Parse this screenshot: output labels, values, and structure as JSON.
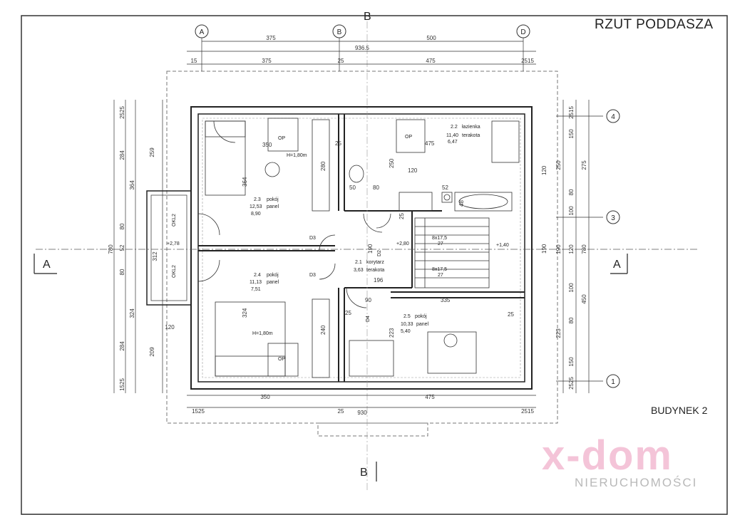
{
  "title": "RZUT PODDASZA",
  "building": "BUDYNEK 2",
  "watermark": {
    "logo": "x-dom",
    "sub": "NIERUCHOMOŚCI"
  },
  "section_marks": {
    "a": "A",
    "b": "B"
  },
  "axes": {
    "top": [
      "A",
      "B",
      "D"
    ],
    "right": [
      "4",
      "3",
      "1"
    ]
  },
  "dims_top": [
    "375",
    "500",
    "936.5",
    "15",
    "375",
    "25",
    "475",
    "2515"
  ],
  "dims_bottom": [
    "1525",
    "350",
    "475",
    "25",
    "930",
    "2515"
  ],
  "dims_left": [
    "2525",
    "284",
    "259",
    "364",
    "312",
    "780",
    "80",
    "52",
    "80",
    "324",
    "209",
    "284",
    "120",
    "1525"
  ],
  "dims_right": [
    "2515",
    "150",
    "250",
    "275",
    "80",
    "100",
    "780",
    "190",
    "120",
    "100",
    "450",
    "80",
    "223",
    "150",
    "2525"
  ],
  "rooms": [
    {
      "no": "2.3",
      "name": "pokój",
      "area": "12,53",
      "finish": "panel",
      "vol": "8,90"
    },
    {
      "no": "2.2",
      "name": "łazienka",
      "area": "11,40",
      "finish": "terakota",
      "vol": "6,47"
    },
    {
      "no": "2.4",
      "name": "pokój",
      "area": "11,13",
      "finish": "panel",
      "vol": "7,51"
    },
    {
      "no": "2.1",
      "name": "korytarz",
      "area": "3,63",
      "finish": "terakota",
      "vol": ""
    },
    {
      "no": "2.5",
      "name": "pokój",
      "area": "10,33",
      "finish": "panel",
      "vol": "5,40"
    }
  ],
  "annotations": {
    "h1": "H=1,80m",
    "h2": "H=1,80m",
    "op": "OP",
    "stairs1": "8x17,5",
    "stairs2": "8x17,5",
    "step": "27",
    "lvl1": "+2,78",
    "lvl2": "+2,80",
    "lvl3": "+1,40",
    "d3": "D3",
    "d2": "D2",
    "d4": "D4",
    "okno": "OKL2",
    "inner": [
      "350",
      "280",
      "25",
      "475",
      "250",
      "120",
      "50",
      "80",
      "52",
      "48",
      "25",
      "190",
      "196",
      "90",
      "335",
      "25",
      "25",
      "240",
      "223",
      "324",
      "364",
      "190",
      "120"
    ]
  }
}
